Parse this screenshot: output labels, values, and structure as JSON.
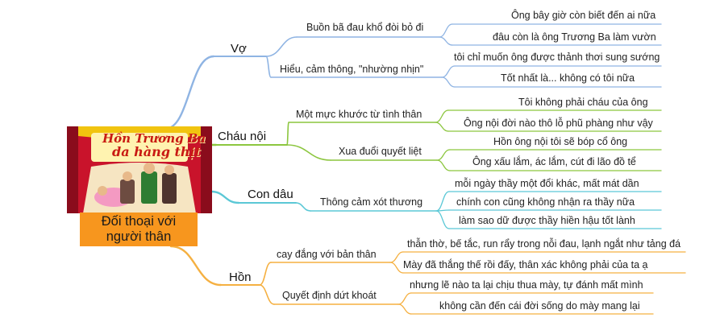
{
  "central": {
    "label": "Đối thoại với người thân",
    "cover_title_line1": "Hồn Trương Ba",
    "cover_title_line2": "da hàng thịt"
  },
  "branches": [
    {
      "label": "Vợ",
      "color": "#8fb4e3",
      "subs": [
        {
          "label": "Buồn bã đau khổ đòi bỏ đi",
          "leaves": [
            "Ông bây giờ còn biết đến ai nữa",
            "đâu còn là ông Trương Ba làm vườn"
          ]
        },
        {
          "label": "Hiểu, cảm thông, \"nhường nhịn\"",
          "leaves": [
            "tôi chỉ muốn ông được thảnh thơi sung sướng",
            "Tốt nhất là... không có tôi nữa"
          ]
        }
      ]
    },
    {
      "label": "Cháu nội",
      "color": "#8cc63f",
      "subs": [
        {
          "label": "Một mực khước từ tình thân",
          "leaves": [
            "Tôi không phải cháu của ông",
            "Ông nội đời nào thô lỗ phũ phàng như vậy"
          ]
        },
        {
          "label": "Xua đuổi quyết liệt",
          "leaves": [
            "Hồn ông nội tôi sẽ bóp cổ ông",
            "Ông xấu lắm, ác lắm, cút đi lão đồ tể"
          ]
        }
      ]
    },
    {
      "label": "Con dâu",
      "color": "#5bc8d6",
      "subs": [
        {
          "label": "Thông cảm xót thương",
          "leaves": [
            "mỗi ngày thầy một đổi khác, mất mát dần",
            "chính con cũng không nhận ra thầy nữa",
            "làm sao dữ được thầy hiền hậu tốt lành"
          ]
        }
      ]
    },
    {
      "label": "Hồn",
      "color": "#f5b041",
      "subs": [
        {
          "label": "cay đắng với bản thân",
          "leaves": [
            "thẫn thờ, bế tắc, run rẩy trong nỗi đau, lạnh ngắt như tảng đá",
            "Mày đã thắng thế rồi đấy, thân xác không phải của ta ạ"
          ]
        },
        {
          "label": "Quyết định dứt khoát",
          "leaves": [
            "nhưng lẽ nào ta lại chịu thua mày, tự đánh mất mình",
            "không cần đến cái đời sống do mày mang lại"
          ]
        }
      ]
    }
  ]
}
